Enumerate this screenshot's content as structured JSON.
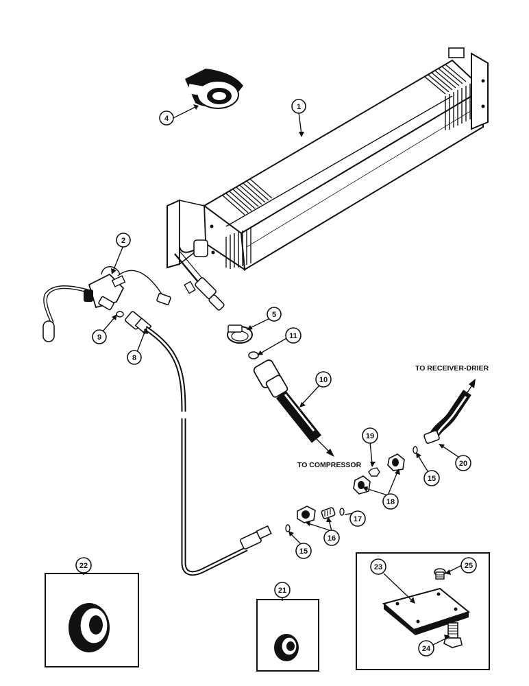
{
  "callouts": [
    "1",
    "2",
    "4",
    "5",
    "8",
    "9",
    "10",
    "11",
    "15",
    "15",
    "16",
    "17",
    "18",
    "19",
    "20",
    "21",
    "22",
    "23",
    "24",
    "25"
  ],
  "notes": {
    "to_receiver_drier": "TO RECEIVER-DRIER",
    "to_compressor": "TO COMPRESSOR"
  },
  "parts": [
    {
      "id": "1",
      "icon": "evaporator-core-icon"
    },
    {
      "id": "2",
      "icon": "expansion-valve-icon"
    },
    {
      "id": "4",
      "icon": "insulation-tape-icon"
    },
    {
      "id": "5",
      "icon": "hose-clamp-icon"
    },
    {
      "id": "8",
      "icon": "liquid-hose-icon"
    },
    {
      "id": "9",
      "icon": "o-ring-icon"
    },
    {
      "id": "10",
      "icon": "suction-hose-icon"
    },
    {
      "id": "11",
      "icon": "o-ring-icon"
    },
    {
      "id": "15",
      "icon": "o-ring-icon"
    },
    {
      "id": "16",
      "icon": "fitting-icon"
    },
    {
      "id": "17",
      "icon": "o-ring-icon"
    },
    {
      "id": "18",
      "icon": "fitting-icon"
    },
    {
      "id": "19",
      "icon": "nut-icon"
    },
    {
      "id": "20",
      "icon": "hose-fitting-icon"
    },
    {
      "id": "21",
      "icon": "grommet-icon"
    },
    {
      "id": "22",
      "icon": "grommet-icon"
    },
    {
      "id": "23",
      "icon": "cover-plate-icon"
    },
    {
      "id": "24",
      "icon": "bolt-icon"
    },
    {
      "id": "25",
      "icon": "screw-icon"
    }
  ]
}
